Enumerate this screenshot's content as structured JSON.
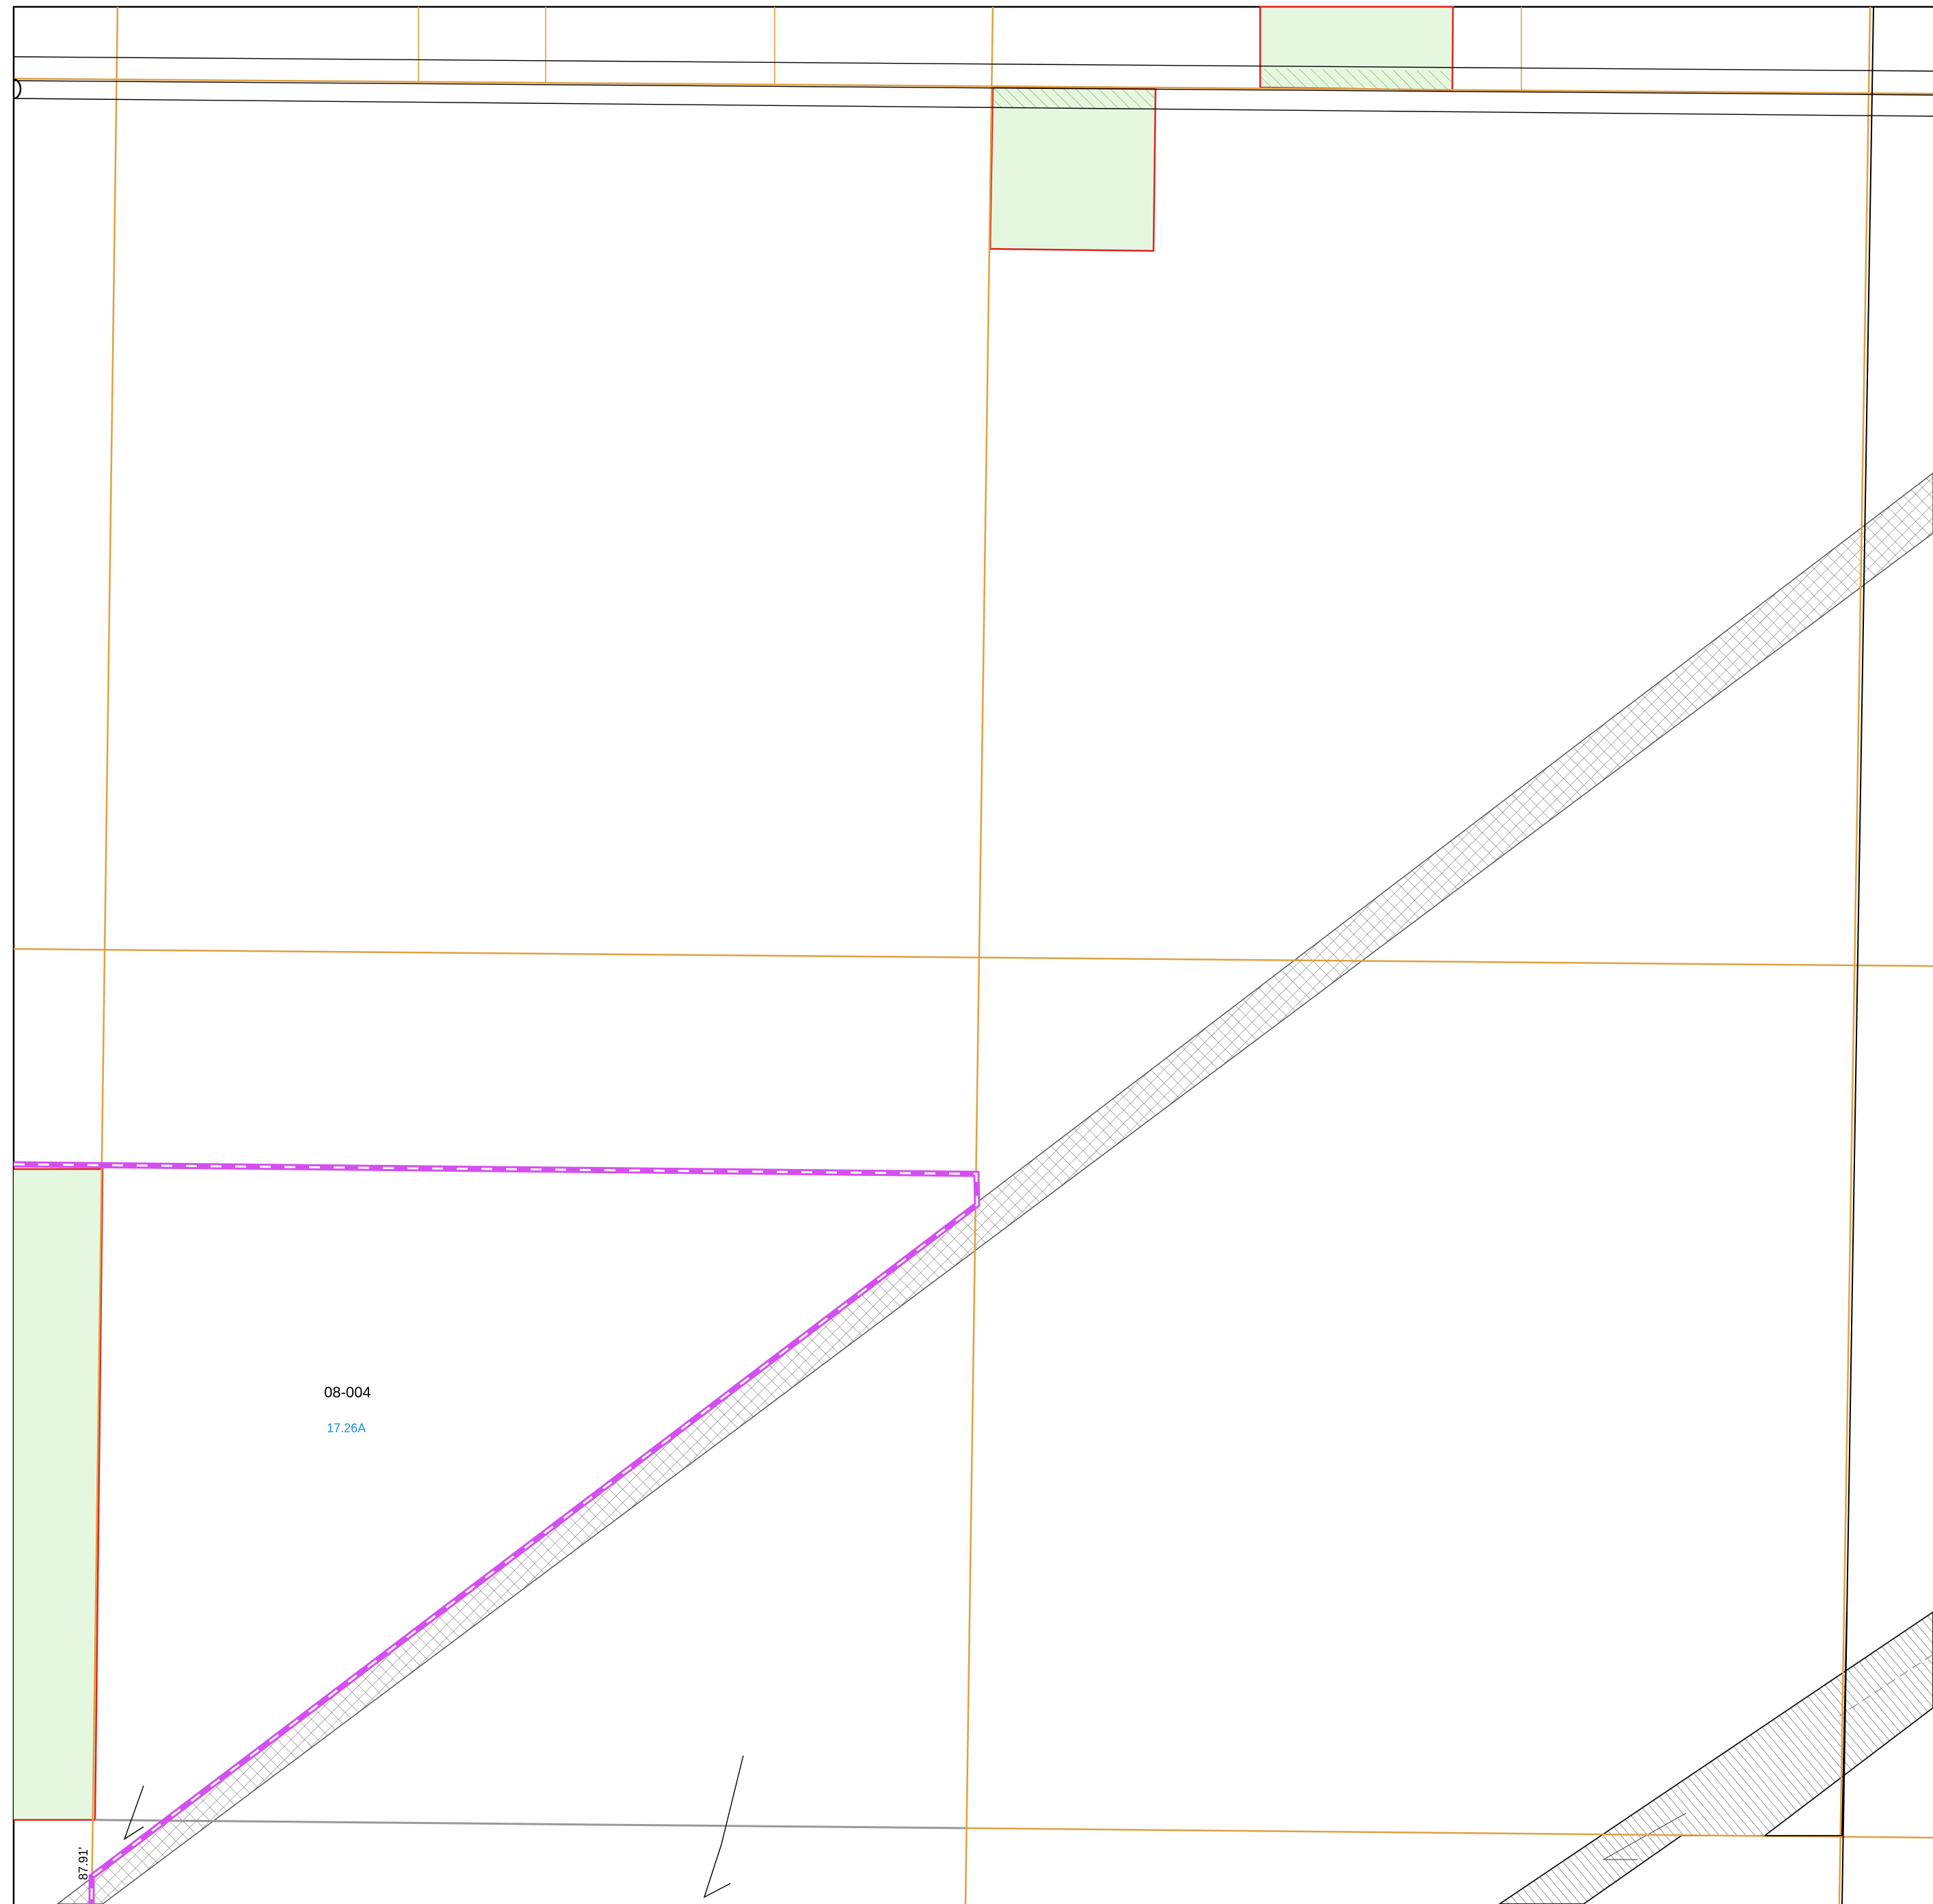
{
  "map": {
    "parcels": [
      {
        "id": "08-004",
        "area": "17.26A"
      }
    ],
    "dimension_labels": [
      {
        "text": "87.91'"
      }
    ],
    "colors": {
      "lot_line": "#e0a040",
      "easement_fill": "#e6f7e0",
      "easement_outline": "#e02020",
      "highlight_boundary": "#d44ff0",
      "area_text": "#1e90d8",
      "road_line": "#000000",
      "corridor_hatch": "#555555"
    }
  }
}
